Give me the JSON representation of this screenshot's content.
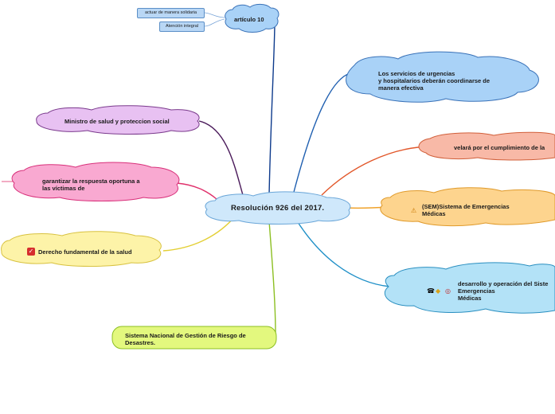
{
  "center": {
    "label": "Resolución 926 del 2017."
  },
  "topics": {
    "articulo": "artículo 10",
    "servicios": "Los servicios de urgencias\ny hospitalarios deberán coordinarse de\nmanera efectiva",
    "velara": "velará por el cumplimiento de la",
    "sem": "(SEM)Sistema de Emergencias\nMédicas",
    "desarrollo": "desarrollo y operación del Siste\nEmergencias\n Médicas",
    "ministro": "Ministro de salud y proteccion social",
    "garantizar": "garantizar la respuesta oportuna a\nlas víctimas de",
    "derecho": "Derecho fundamental de la salud",
    "sistema": "Sistema Nacional de Gestión de Riesgo de\nDesastres."
  },
  "subtopics": {
    "solidaria": "actuar de manera solidaria",
    "integral": "Atención integral"
  },
  "icons": {
    "sem": "warning-icon",
    "derecho": "checkbox-icon",
    "desarrollo": [
      "phone-icon",
      "pill-icon",
      "lifebuoy-icon"
    ]
  },
  "colors": {
    "center": "#cfe8fb",
    "articulo": "#a9d2f7",
    "servicios": "#a9d2f7",
    "velara": "#f8b9a7",
    "sem": "#fdd48e",
    "desarrollo": "#b3e2f7",
    "ministro": "#e8c1f2",
    "garantizar": "#f9a9d1",
    "derecho": "#fdf3a8",
    "sistema": "#e3f87e"
  }
}
